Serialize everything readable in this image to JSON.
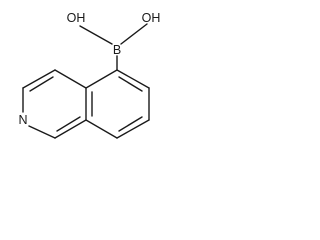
{
  "molecule": {
    "atoms": {
      "oh_left": "OH",
      "oh_right": "OH",
      "boron": "B",
      "nitrogen": "N"
    },
    "colors": {
      "bond": "#1a1a1a",
      "label": "#1a1a1a",
      "background": "#ffffff"
    }
  }
}
